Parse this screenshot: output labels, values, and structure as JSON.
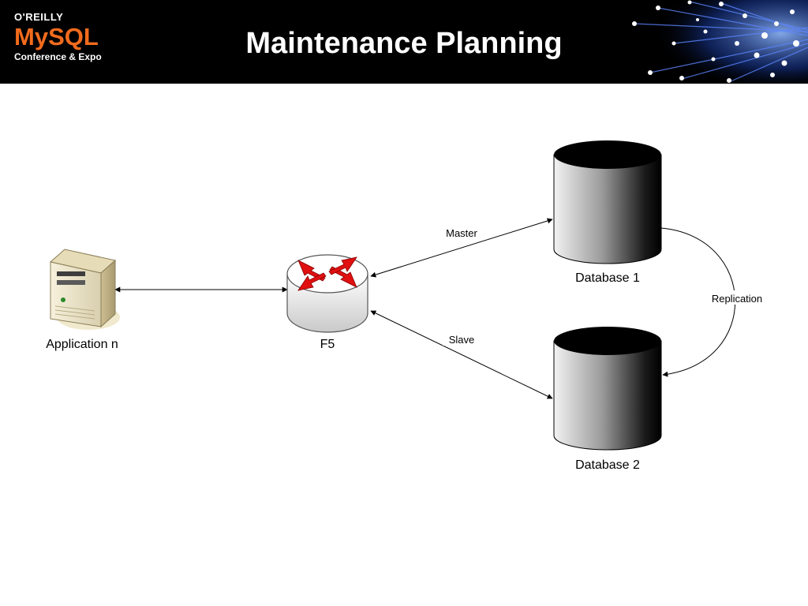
{
  "header": {
    "logo_publisher": "O'REILLY",
    "logo_brand": "MySQL",
    "logo_event": "Conference & Expo",
    "title": "Maintenance Planning"
  },
  "diagram": {
    "nodes": {
      "app": "Application n",
      "f5": "F5",
      "db1": "Database 1",
      "db2": "Database 2"
    },
    "edges": {
      "master": "Master",
      "slave": "Slave",
      "replication": "Replication"
    }
  },
  "colors": {
    "header_bg": "#000000",
    "brand_orange": "#f26b1d",
    "arrow_red": "#e01010"
  }
}
